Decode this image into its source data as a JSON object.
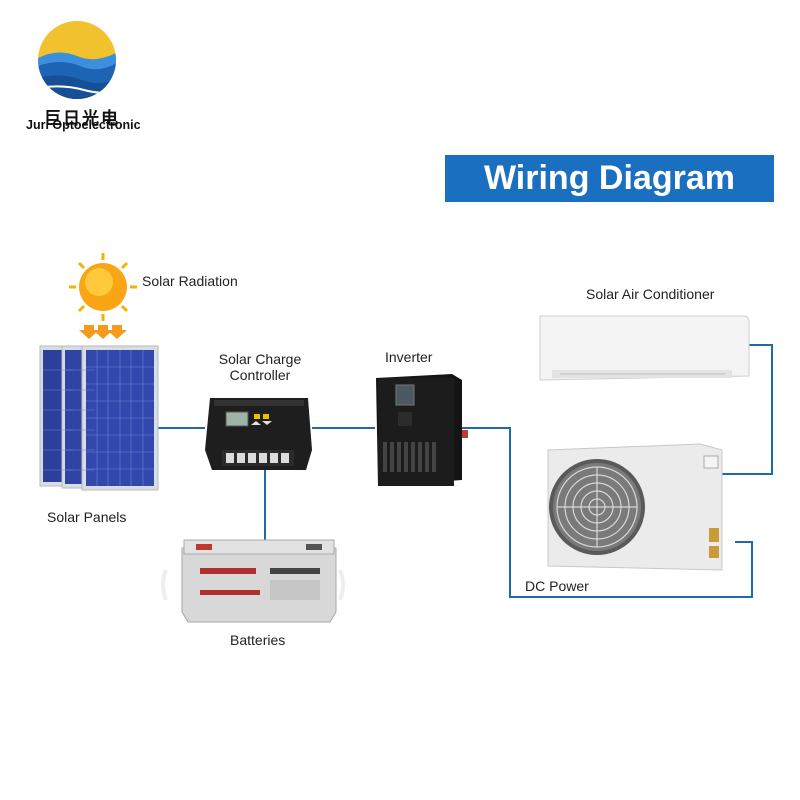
{
  "brand": {
    "name_cn": "巨日光电",
    "name_en": "Juri Optoelectronic",
    "logo_colors": {
      "sky": "#f2c12e",
      "water": "#1d64b5",
      "wave": "#3b8fdd"
    }
  },
  "title": "Wiring Diagram",
  "colors": {
    "banner": "#1a6fc0",
    "wire": "#1f6aa8"
  },
  "labels": {
    "solar_radiation": "Solar Radiation",
    "solar_panels": "Solar Panels",
    "charge_controller_line1": "Solar Charge",
    "charge_controller_line2": "Controller",
    "inverter": "Inverter",
    "batteries": "Batteries",
    "air_conditioner": "Solar Air Conditioner",
    "dc_power": "DC Power"
  }
}
